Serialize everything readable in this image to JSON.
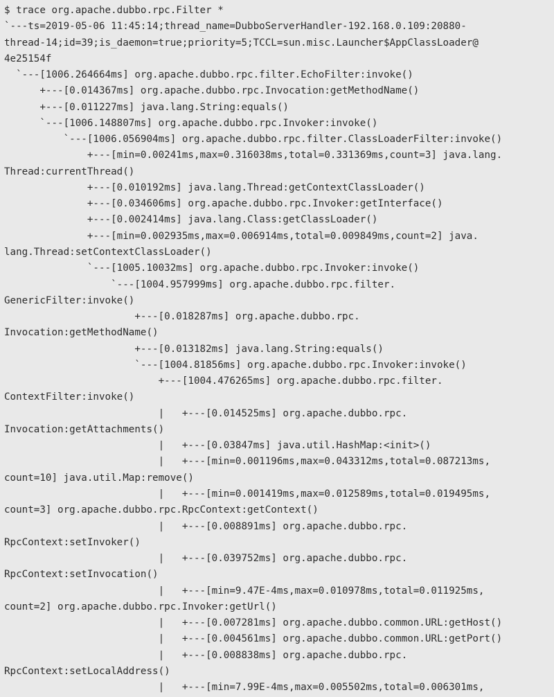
{
  "terminal": {
    "lines": [
      "$ trace org.apache.dubbo.rpc.Filter *",
      "`---ts=2019-05-06 11:45:14;thread_name=DubboServerHandler-192.168.0.109:20880-",
      "thread-14;id=39;is_daemon=true;priority=5;TCCL=sun.misc.Launcher$AppClassLoader@",
      "4e25154f",
      "  `---[1006.264664ms] org.apache.dubbo.rpc.filter.EchoFilter:invoke()",
      "      +---[0.014367ms] org.apache.dubbo.rpc.Invocation:getMethodName()",
      "      +---[0.011227ms] java.lang.String:equals()",
      "      `---[1006.148807ms] org.apache.dubbo.rpc.Invoker:invoke()",
      "          `---[1006.056904ms] org.apache.dubbo.rpc.filter.ClassLoaderFilter:invoke()",
      "              +---[min=0.00241ms,max=0.316038ms,total=0.331369ms,count=3] java.lang.",
      "Thread:currentThread()",
      "              +---[0.010192ms] java.lang.Thread:getContextClassLoader()",
      "              +---[0.034606ms] org.apache.dubbo.rpc.Invoker:getInterface()",
      "              +---[0.002414ms] java.lang.Class:getClassLoader()",
      "              +---[min=0.002935ms,max=0.006914ms,total=0.009849ms,count=2] java.",
      "lang.Thread:setContextClassLoader()",
      "              `---[1005.10032ms] org.apache.dubbo.rpc.Invoker:invoke()",
      "                  `---[1004.957999ms] org.apache.dubbo.rpc.filter.",
      "GenericFilter:invoke()",
      "                      +---[0.018287ms] org.apache.dubbo.rpc.",
      "Invocation:getMethodName()",
      "                      +---[0.013182ms] java.lang.String:equals()",
      "                      `---[1004.81856ms] org.apache.dubbo.rpc.Invoker:invoke()",
      "                          +---[1004.476265ms] org.apache.dubbo.rpc.filter.",
      "ContextFilter:invoke()",
      "                          |   +---[0.014525ms] org.apache.dubbo.rpc.",
      "Invocation:getAttachments()",
      "                          |   +---[0.03847ms] java.util.HashMap:<init>()",
      "                          |   +---[min=0.001196ms,max=0.043312ms,total=0.087213ms,",
      "count=10] java.util.Map:remove()",
      "                          |   +---[min=0.001419ms,max=0.012589ms,total=0.019495ms,",
      "count=3] org.apache.dubbo.rpc.RpcContext:getContext()",
      "                          |   +---[0.008891ms] org.apache.dubbo.rpc.",
      "RpcContext:setInvoker()",
      "                          |   +---[0.039752ms] org.apache.dubbo.rpc.",
      "RpcContext:setInvocation()",
      "                          |   +---[min=9.47E-4ms,max=0.010978ms,total=0.011925ms,",
      "count=2] org.apache.dubbo.rpc.Invoker:getUrl()",
      "                          |   +---[0.007281ms] org.apache.dubbo.common.URL:getHost()",
      "                          |   +---[0.004561ms] org.apache.dubbo.common.URL:getPort()",
      "                          |   +---[0.008838ms] org.apache.dubbo.rpc.",
      "RpcContext:setLocalAddress()",
      "                          |   +---[min=7.99E-4ms,max=0.005502ms,total=0.006301ms,"
    ]
  }
}
